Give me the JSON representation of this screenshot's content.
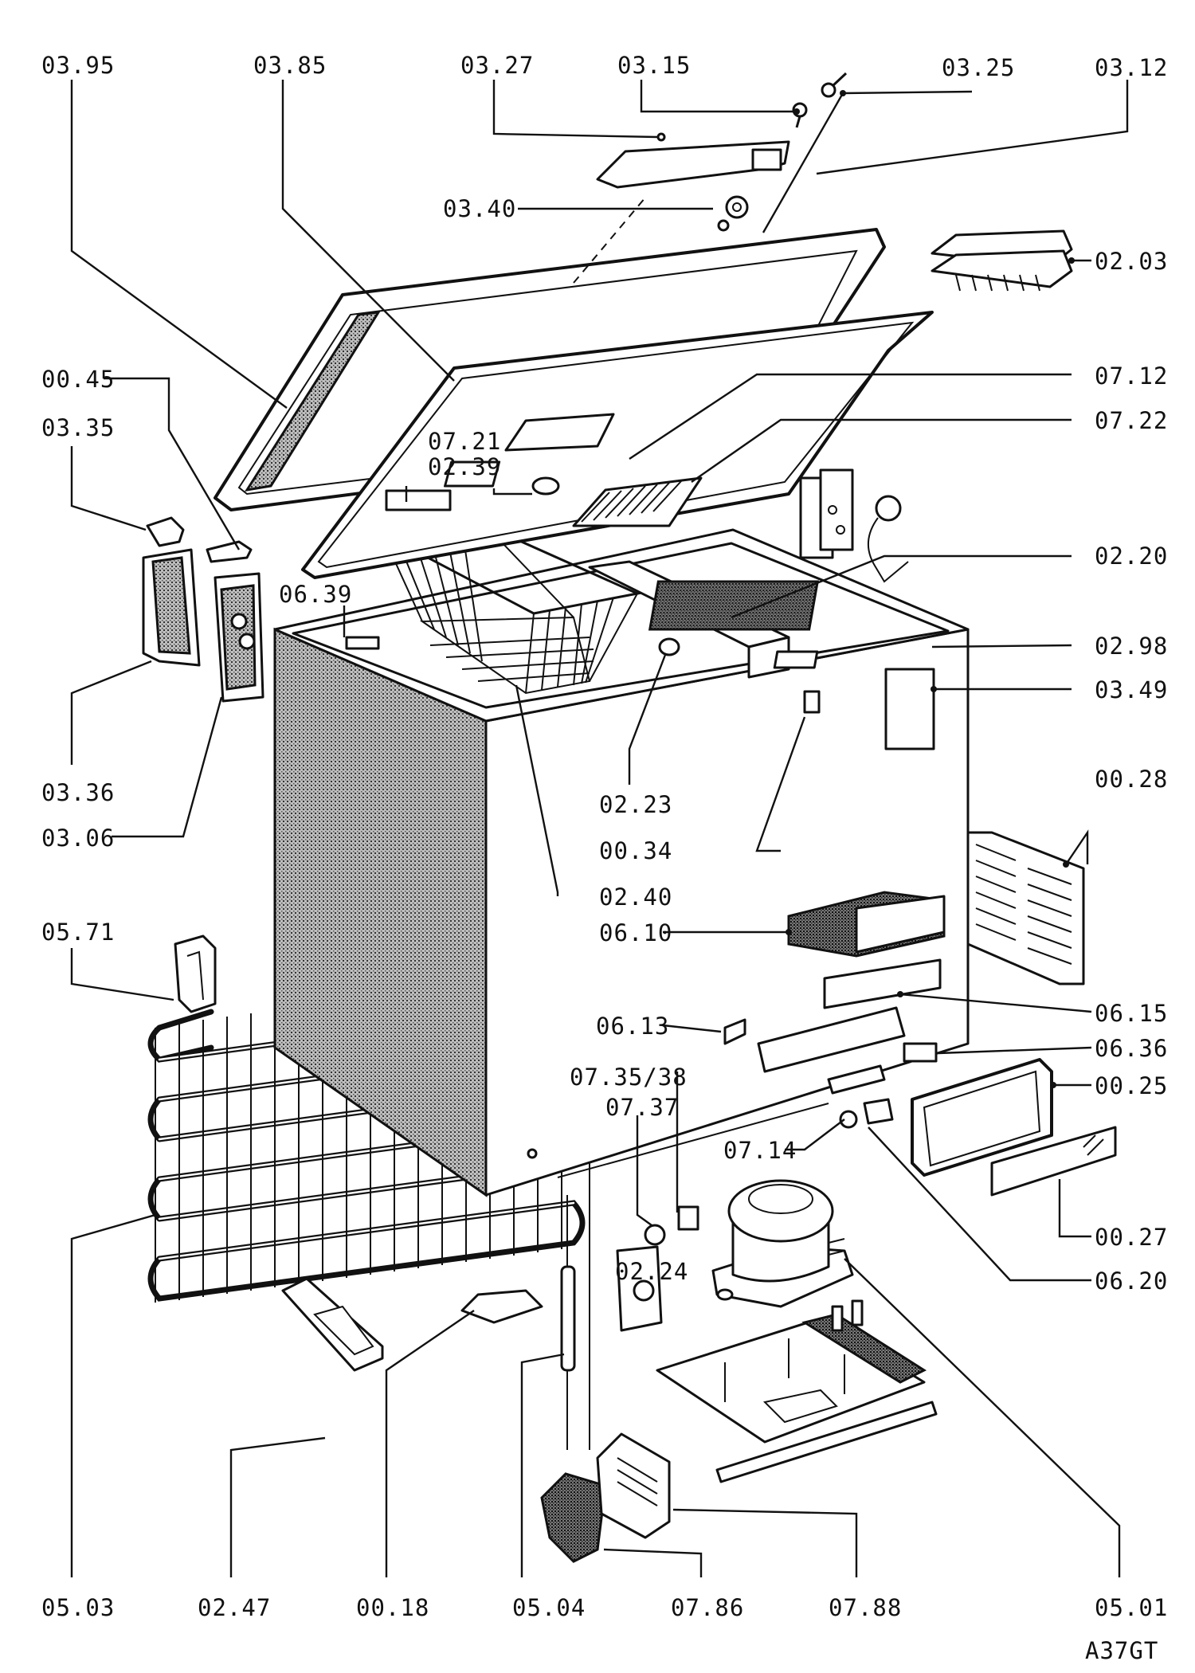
{
  "diagram": {
    "code": "A37GT",
    "labels": {
      "l0395": "03.95",
      "l0385": "03.85",
      "l0327": "03.27",
      "l0315": "03.15",
      "l0325": "03.25",
      "l0312": "03.12",
      "l0340": "03.40",
      "l0203": "02.03",
      "l0045": "00.45",
      "l0712": "07.12",
      "l0335": "03.35",
      "l0722": "07.22",
      "l0721": "07.21",
      "l0239": "02.39",
      "l0220": "02.20",
      "l0639": "06.39",
      "l0298": "02.98",
      "l0349": "03.49",
      "l0336": "03.36",
      "l0223": "02.23",
      "l0306": "03.06",
      "l0034": "00.34",
      "l0028": "00.28",
      "l0240": "02.40",
      "l0571": "05.71",
      "l0610": "06.10",
      "l0615": "06.15",
      "l0613": "06.13",
      "l0636": "06.36",
      "l07353": "07.35/38",
      "l0737": "07.37",
      "l0025": "00.25",
      "l0714": "07.14",
      "l0027": "00.27",
      "l0620": "06.20",
      "l0224": "02.24",
      "l0503": "05.03",
      "l0247": "02.47",
      "l0018": "00.18",
      "l0504": "05.04",
      "l0786": "07.86",
      "l0788": "07.88",
      "l0501": "05.01"
    }
  }
}
